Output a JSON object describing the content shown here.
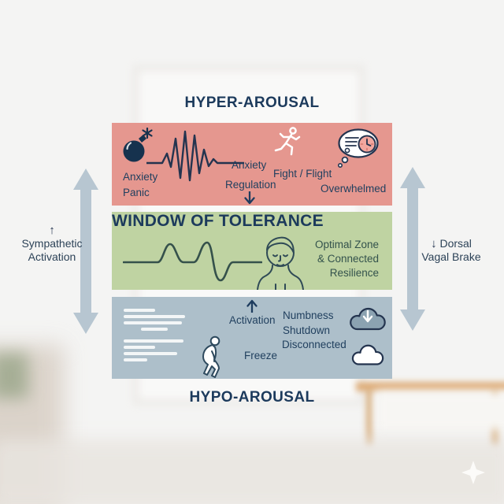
{
  "titles": {
    "hyper": "HYPER-AROUSAL",
    "window": "WINDOW OF TOLERANCE",
    "hypo": "HYPO-AROUSAL"
  },
  "hyper_band": {
    "left_label_1": "Anxiety",
    "left_label_2": "Panic",
    "mid_label_1": "Anxiety",
    "mid_label_2": "Regulation",
    "runner_label": "Fight / Flight",
    "bubble_label": "Overwhelmed"
  },
  "window_band": {
    "right_lines": [
      "Optimal Zone",
      "& Connected",
      "Resilience"
    ]
  },
  "hypo_band": {
    "activation_label": "Activation",
    "freeze_label": "Freeze",
    "state_labels": [
      "Numbness",
      "Shutdown",
      "Disconnected"
    ]
  },
  "side_labels": {
    "left_glyph": "↑",
    "left_line_1": "Sympathetic",
    "left_line_2": "Activation",
    "right_glyph": "↓",
    "right_line_1": "Dorsal",
    "right_line_2": "Vagal Brake"
  },
  "colors": {
    "hyper_band_bg": "#e5978f",
    "window_band_bg": "#bfd3a2",
    "hypo_band_bg": "#adbfca",
    "heading_navy": "#1c3a5c",
    "text_navy": "#21405f",
    "window_text_green": "#33524c",
    "side_arrow_gray_blue": "#b7c6d1"
  },
  "icons": {
    "bomb-icon": "💣",
    "heartbeat-line-icon": "〰",
    "running-person-icon": "🏃",
    "thought-bubble-clock-icon": "💭",
    "regulation-down-arrow-icon": "↓",
    "calm-wave-icon": "〜",
    "calm-person-icon": "🙂",
    "activation-up-arrow-icon": "↑",
    "slumped-person-icon": "🧍",
    "cloud-download-icon": "☁↓",
    "cloud-icon": "☁",
    "left-double-arrow-icon": "↕",
    "right-double-arrow-icon": "↕",
    "sparkle-icon": "✦",
    "faded-text-lines": "≡"
  }
}
